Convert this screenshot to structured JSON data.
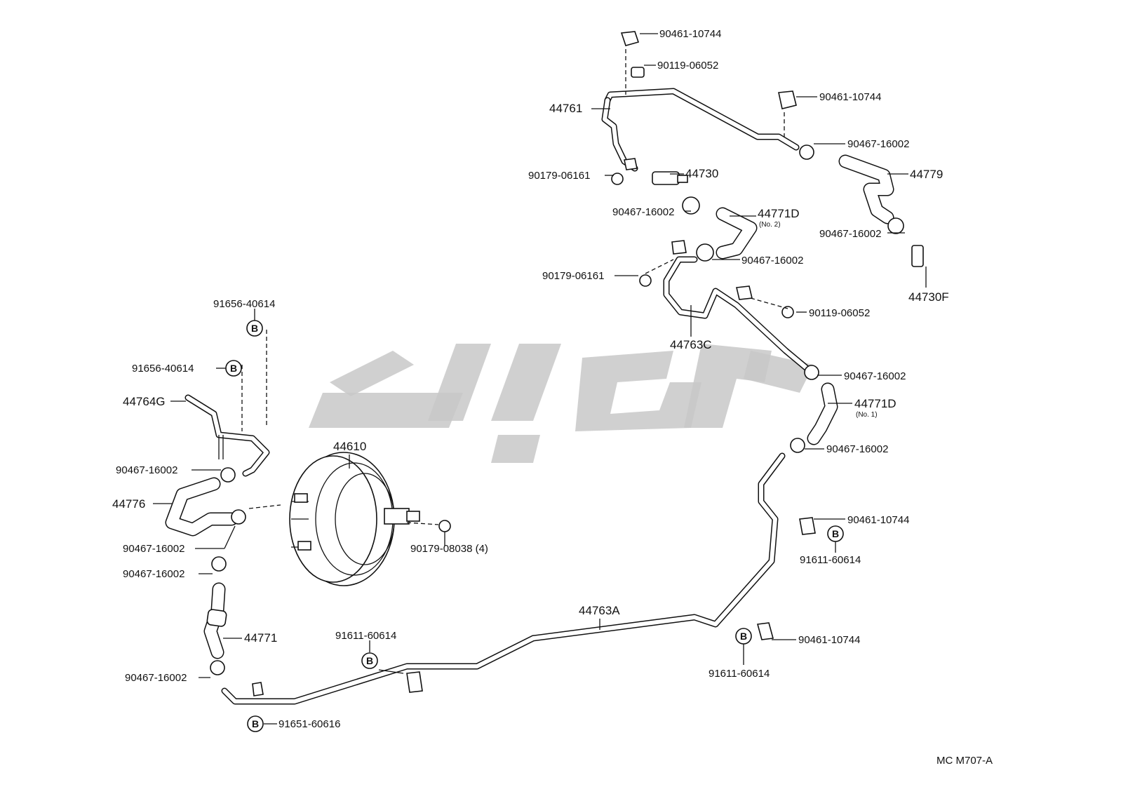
{
  "diagram_code": "MC M707-A",
  "watermark_text": "",
  "mark_letter": "B",
  "labels": {
    "p90461_top": "90461-10744",
    "p90119_top": "90119-06052",
    "p44761": "44761",
    "p90461_right": "90461-10744",
    "p90467_r1": "90467-16002",
    "p44779": "44779",
    "p90179_a": "90179-06161",
    "p44730": "44730",
    "p90467_c1": "90467-16002",
    "p44771d_2": "44771D",
    "p44771d_2_sub": "(No. 2)",
    "p90467_r2": "90467-16002",
    "p90467_c2": "90467-16002",
    "p90179_b": "90179-06161",
    "p44730f": "44730F",
    "p90119_mid": "90119-06052",
    "p44763c": "44763C",
    "p91656_a": "91656-40614",
    "p91656_b": "91656-40614",
    "p44764g": "44764G",
    "p90467_r3": "90467-16002",
    "p44771d_1": "44771D",
    "p44771d_1_sub": "(No. 1)",
    "p44610": "44610",
    "p90467_l1": "90467-16002",
    "p90467_r4": "90467-16002",
    "p44776": "44776",
    "p90461_mid": "90461-10744",
    "p90467_l2": "90467-16002",
    "p90179_c": "90179-08038  (4)",
    "p91611_a": "91611-60614",
    "p90467_l3": "90467-16002",
    "p44763a": "44763A",
    "p44771": "44771",
    "p91611_b": "91611-60614",
    "p90461_bot": "90461-10744",
    "p91611_c": "91611-60614",
    "p90467_l4": "90467-16002",
    "p91651": "91651-60616"
  }
}
